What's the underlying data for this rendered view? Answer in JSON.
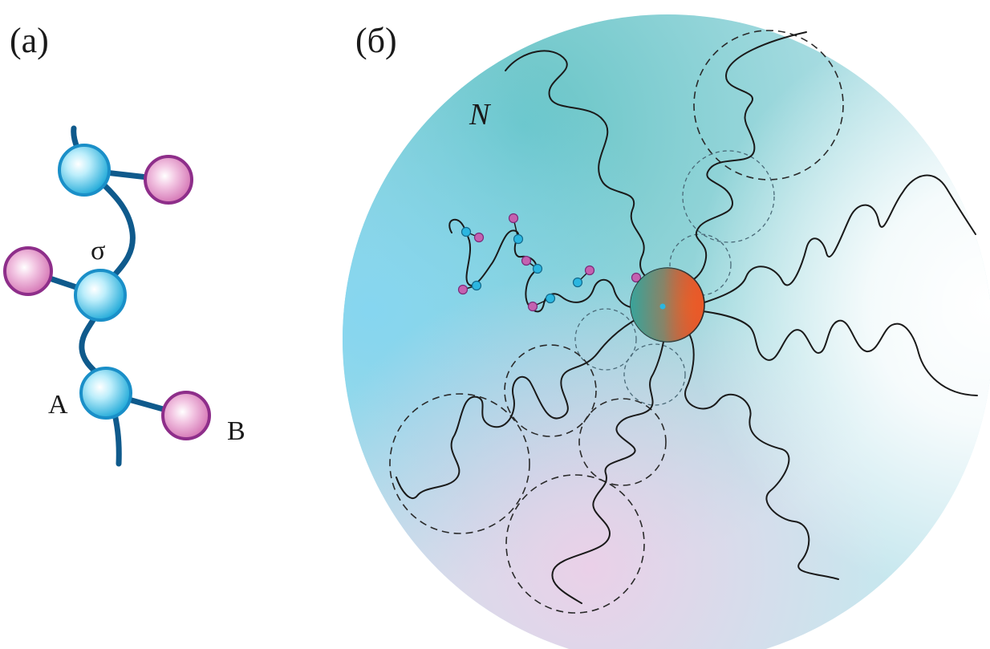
{
  "panel_a": {
    "label": "(а)",
    "sigma_label": "σ",
    "a_label": "A",
    "b_label": "B"
  },
  "panel_b": {
    "label": "(б)",
    "n_label": "N"
  },
  "colors": {
    "backbone": "#0f5a8c",
    "a_bead": "#2bb6e0",
    "b_bead": "#d86fb3",
    "b_bead_edge": "#8e2e8a",
    "core": "#e8552a",
    "corona_top": "#6cc9c9",
    "corona_left": "#7fd0ea",
    "corona_bottom": "#e7cde6",
    "corona_right": "#ffffff"
  }
}
